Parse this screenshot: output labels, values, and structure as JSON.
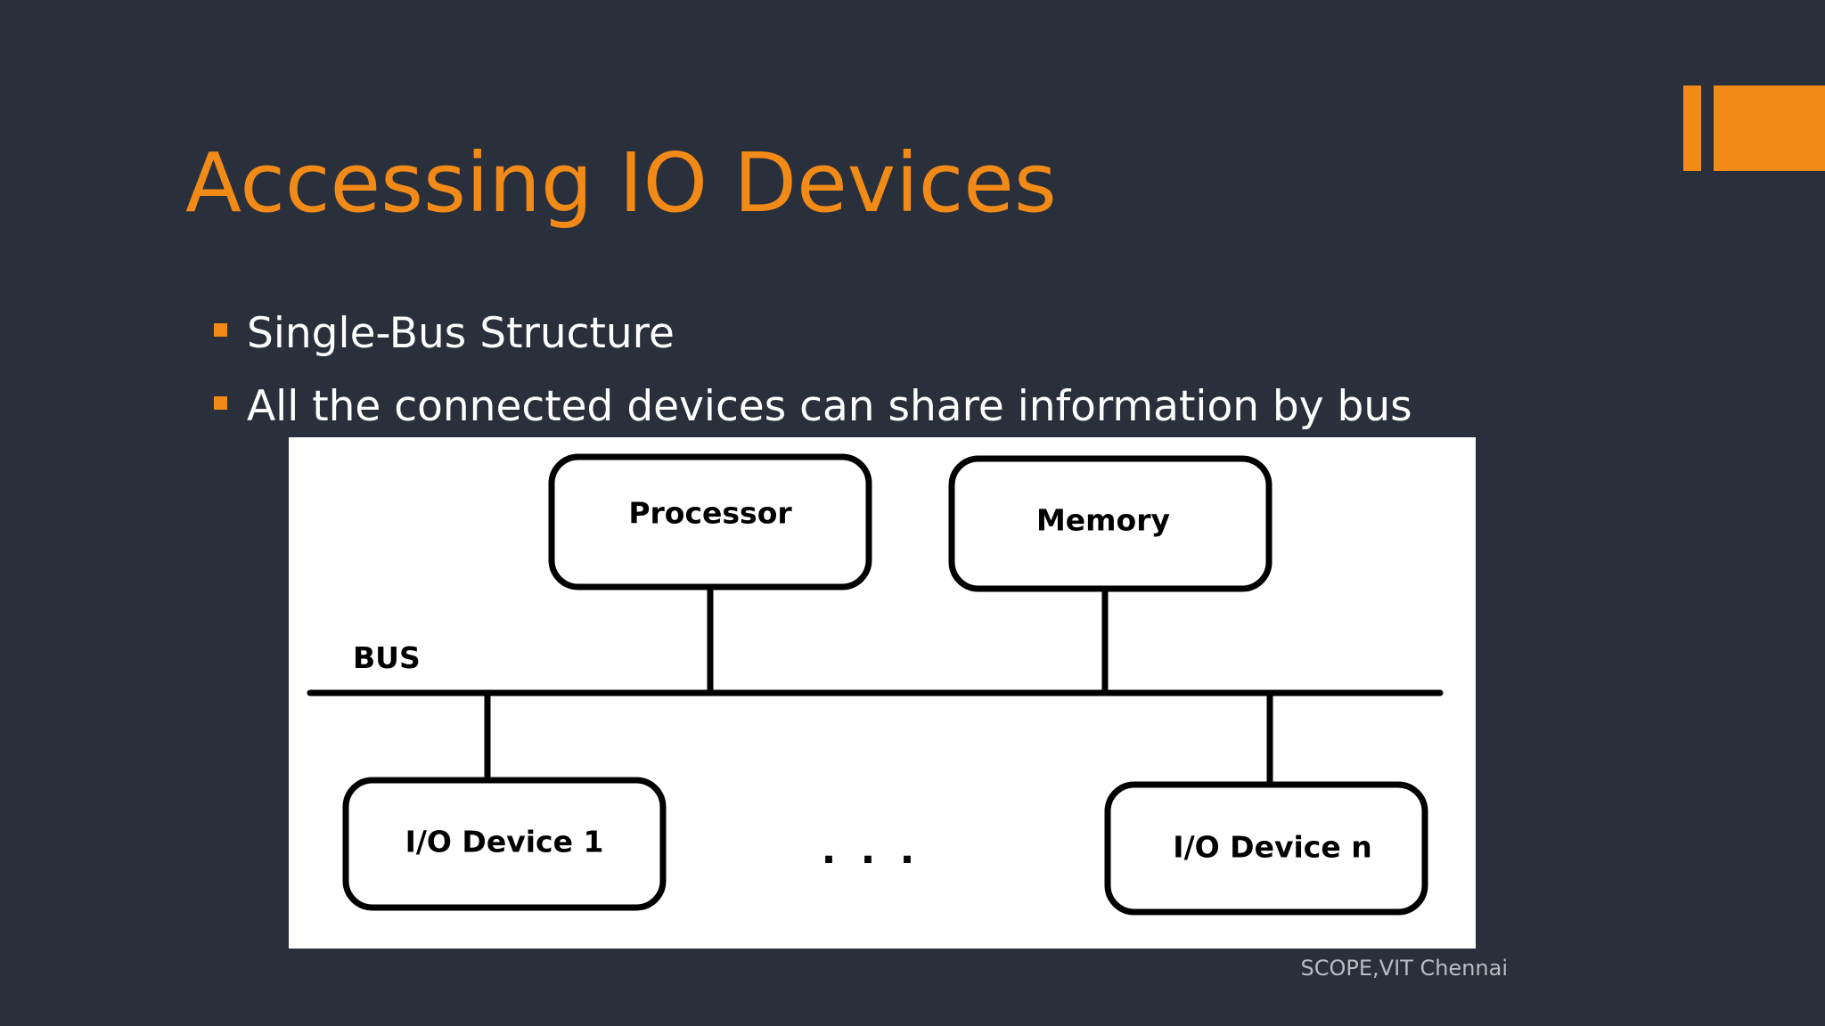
{
  "slide": {
    "title": "Accessing IO Devices",
    "bullets": [
      "Single-Bus  Structure",
      "All the connected devices can share information by bus"
    ],
    "footer": "SCOPE,VIT Chennai"
  },
  "diagram": {
    "bus_label": "BUS",
    "nodes": {
      "processor": "Processor",
      "memory": "Memory",
      "io_device_1": "I/O Device 1",
      "io_device_n": "I/O Device n"
    },
    "ellipsis": ". . ."
  },
  "colors": {
    "background": "#2a303b",
    "accent": "#f28a17",
    "text": "#ffffff",
    "footer_text": "#b8bcc4",
    "diagram_bg": "#ffffff",
    "diagram_ink": "#000000"
  }
}
